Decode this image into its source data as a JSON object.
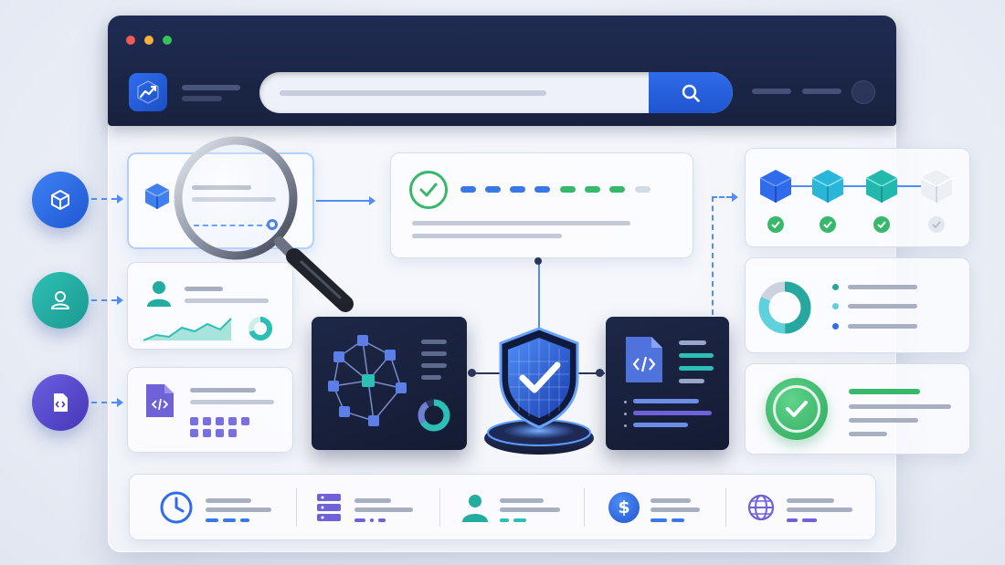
{
  "window": {
    "traffic_lights": [
      "#ef5b56",
      "#f3b33d",
      "#35c35c"
    ],
    "logo_icon": "trend-chart-icon"
  },
  "search": {
    "placeholder": "",
    "button_icon": "search-icon"
  },
  "colors": {
    "titlebar": "#1c2648",
    "accent": "#2f6bea",
    "success": "#37b86a",
    "teal": "#2bbfb5",
    "purple": "#6f62d8"
  },
  "left_sources": [
    {
      "icon": "cube-icon",
      "color": "#2f6bea"
    },
    {
      "icon": "user-icon",
      "color": "#20a79d"
    },
    {
      "icon": "code-file-icon",
      "color": "#5b4fcf"
    }
  ],
  "center": {
    "status_card_icon": "check-circle-icon",
    "hub_icon": "shield-check-icon",
    "network_icon": "network-graph-icon",
    "code_icon": "code-file-icon"
  },
  "pipeline": {
    "steps": [
      "cube-icon",
      "cube-icon",
      "cube-icon",
      "cube-icon"
    ],
    "step_states": [
      "done",
      "done",
      "done",
      "pending"
    ]
  },
  "right_cards": {
    "donut_icon": "donut-chart-icon",
    "success_icon": "check-circle-icon"
  },
  "footer_items": [
    {
      "icon": "clock-icon",
      "color": "#2f6bea"
    },
    {
      "icon": "server-icon",
      "color": "#5b4fcf"
    },
    {
      "icon": "user-icon",
      "color": "#20a79d"
    },
    {
      "icon": "dollar-icon",
      "color": "#2f6bea"
    },
    {
      "icon": "globe-icon",
      "color": "#5b4fcf"
    }
  ]
}
